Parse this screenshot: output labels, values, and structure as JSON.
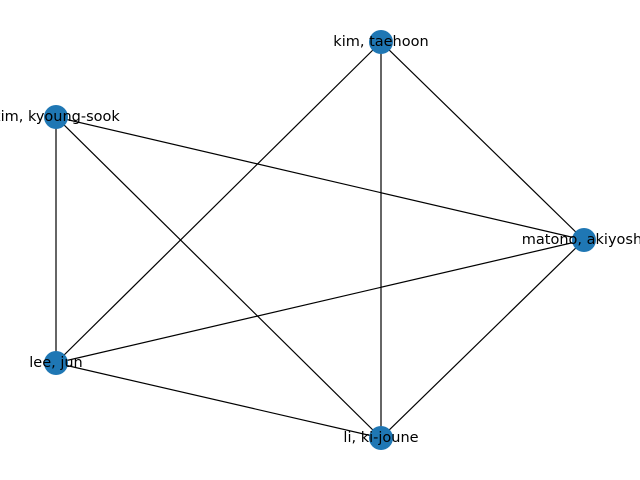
{
  "graph": {
    "node_color": "#1f77b4",
    "edge_color": "#000000",
    "nodes": [
      {
        "id": "kim_taehoon",
        "label": "kim, taehoon"
      },
      {
        "id": "kim_kyoungsook",
        "label": "kim, kyoung-sook"
      },
      {
        "id": "lee_jun",
        "label": "lee, jun"
      },
      {
        "id": "li_kijoune",
        "label": "li, ki-joune"
      },
      {
        "id": "matono_akiyoshi",
        "label": "matono, akiyoshi"
      }
    ],
    "edges": [
      [
        "kim_taehoon",
        "lee_jun"
      ],
      [
        "kim_taehoon",
        "li_kijoune"
      ],
      [
        "kim_taehoon",
        "matono_akiyoshi"
      ],
      [
        "kim_kyoungsook",
        "lee_jun"
      ],
      [
        "kim_kyoungsook",
        "li_kijoune"
      ],
      [
        "kim_kyoungsook",
        "matono_akiyoshi"
      ],
      [
        "lee_jun",
        "li_kijoune"
      ],
      [
        "lee_jun",
        "matono_akiyoshi"
      ],
      [
        "li_kijoune",
        "matono_akiyoshi"
      ]
    ]
  }
}
